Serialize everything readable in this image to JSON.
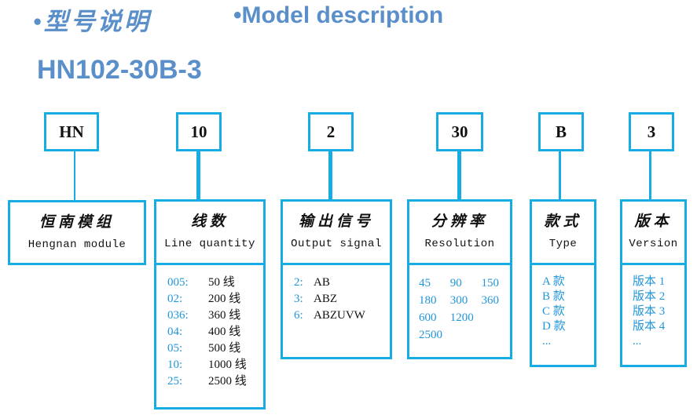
{
  "header": {
    "title_cn": "•型号说明",
    "title_en": "•Model description",
    "model_number": "HN102-30B-3",
    "accent_color": "#5b8fc9",
    "line_color": "#17ace3",
    "code_text_color": "#2196d9"
  },
  "columns": [
    {
      "code": "HN",
      "name_cn": "恒南模组",
      "name_en": "Hengnan module",
      "options": []
    },
    {
      "code": "10",
      "name_cn": "线数",
      "name_en": "Line quantity",
      "options": [
        {
          "code": "005:",
          "value": "50 线"
        },
        {
          "code": "02:",
          "value": "200 线"
        },
        {
          "code": "036:",
          "value": "360 线"
        },
        {
          "code": "04:",
          "value": "400 线"
        },
        {
          "code": "05:",
          "value": "500 线"
        },
        {
          "code": "10:",
          "value": "1000 线"
        },
        {
          "code": "25:",
          "value": "2500 线"
        }
      ]
    },
    {
      "code": "2",
      "name_cn": "输出信号",
      "name_en": "Output signal",
      "options": [
        {
          "code": "2:",
          "value": "AB"
        },
        {
          "code": "3:",
          "value": "ABZ"
        },
        {
          "code": "6:",
          "value": "ABZUVW"
        }
      ]
    },
    {
      "code": "30",
      "name_cn": "分辨率",
      "name_en": "Resolution",
      "resolution_rows": [
        [
          "45",
          "90",
          "150"
        ],
        [
          "180",
          "300",
          "360"
        ],
        [
          "600",
          "1200"
        ],
        [
          "2500"
        ]
      ]
    },
    {
      "code": "B",
      "name_cn": "款式",
      "name_en": "Type",
      "plain_options": [
        "A 款",
        "B 款",
        "C 款",
        "D 款",
        "..."
      ]
    },
    {
      "code": "3",
      "name_cn": "版本",
      "name_en": "Version",
      "plain_options": [
        "版本 1",
        "版本 2",
        "版本 3",
        "版本 4",
        "..."
      ]
    }
  ]
}
